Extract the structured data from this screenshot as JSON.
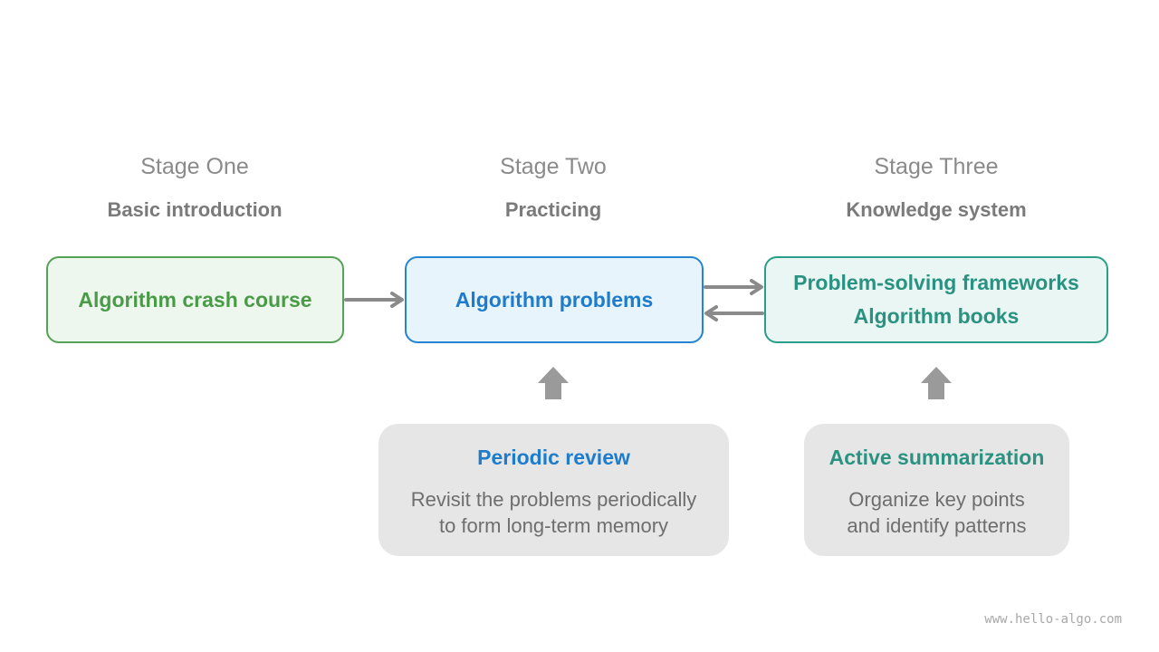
{
  "stages": [
    {
      "title": "Stage One",
      "subtitle": "Basic introduction"
    },
    {
      "title": "Stage Two",
      "subtitle": "Practicing"
    },
    {
      "title": "Stage Three",
      "subtitle": "Knowledge system"
    }
  ],
  "boxes": {
    "crash_course": "Algorithm crash course",
    "problems": "Algorithm problems",
    "frameworks": "Problem-solving frameworks",
    "books": "Algorithm books"
  },
  "cards": {
    "review": {
      "title": "Periodic review",
      "line1": "Revisit the problems periodically",
      "line2": "to form long-term memory"
    },
    "summarization": {
      "title": "Active summarization",
      "line1": "Organize key points",
      "line2": "and identify patterns"
    }
  },
  "colors": {
    "green": "#4a9b47",
    "blue": "#1e7ccb",
    "teal": "#2a9281",
    "arrow": "#8a8a8a",
    "card_bg": "#e6e6e6"
  },
  "watermark": "www.hello-algo.com"
}
